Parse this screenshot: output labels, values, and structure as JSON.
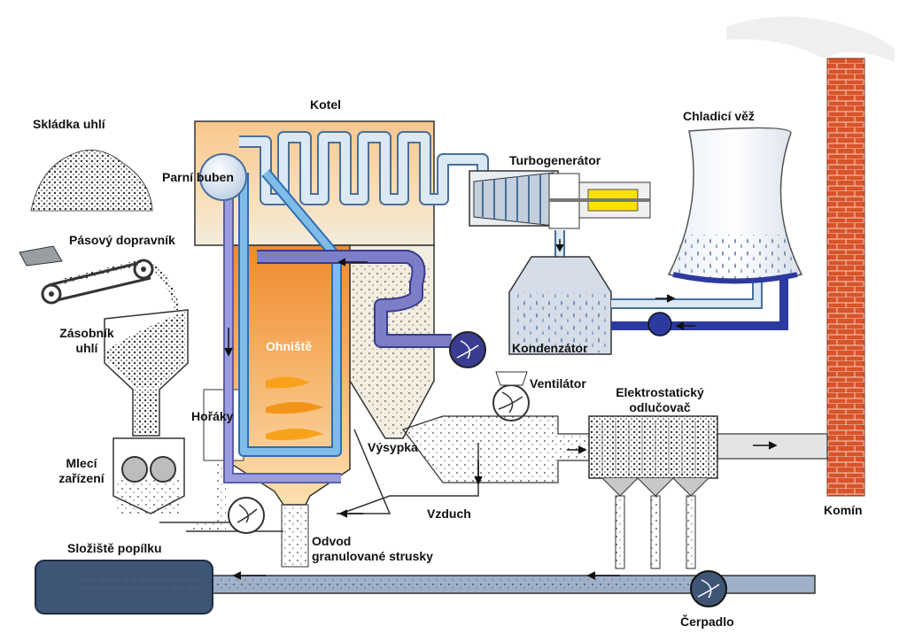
{
  "labels": {
    "coal_pile": "Skládka uhlí",
    "belt_conveyor": "Pásový dopravník",
    "coal_bunker_line1": "Zásobník",
    "coal_bunker_line2": "uhlí",
    "mill_line1": "Mlecí",
    "mill_line2": "zařízení",
    "boiler": "Kotel",
    "steam_drum": "Parní buben",
    "furnace": "Ohniště",
    "burners": "Hořáky",
    "turbogenerator": "Turbogenerátor",
    "cooling_tower": "Chladicí věž",
    "condenser": "Kondenzátor",
    "fan": "Ventilátor",
    "precipitator_line1": "Elektrostatický",
    "precipitator_line2": "odlučovač",
    "hopper": "Výsypka",
    "air": "Vzduch",
    "chimney": "Komín",
    "ash_storage": "Složiště popílku",
    "slag_outlet_line1": "Odvod",
    "slag_outlet_line2": "granulované strusky",
    "pump": "Čerpadlo"
  },
  "colors": {
    "steam_pipe": "#dbe9f4",
    "steam_pipe_edge": "#4a6f9a",
    "water_pipe": "#7c7fc8",
    "cooling_water": "#2c3aa0",
    "boiler_fill": "#f6c68c",
    "furnace_glow": "#f5a14a",
    "chimney_brick": "#d9532a",
    "flue_gas": "#cfd1d3",
    "ash_pond": "#3e5575"
  }
}
